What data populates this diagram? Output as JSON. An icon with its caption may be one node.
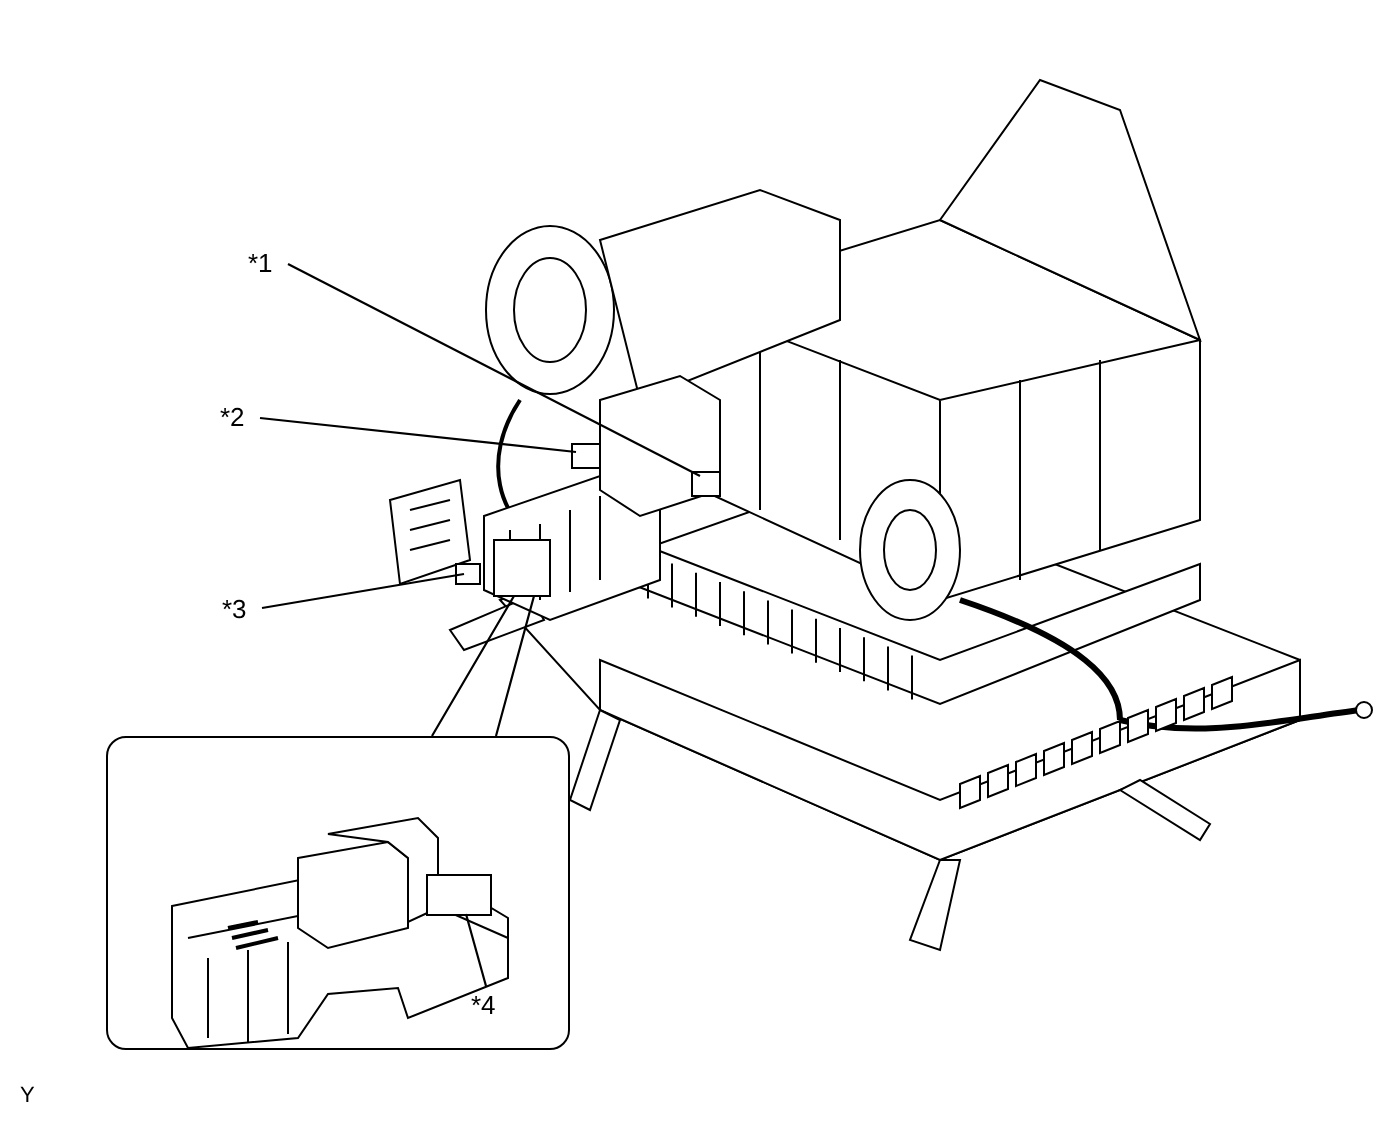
{
  "diagram": {
    "nodes": [
      {
        "text": [
          "*1"
        ]
      },
      {
        "text": [
          "*2"
        ]
      },
      {
        "text": [
          "*3"
        ]
      },
      {
        "text": [],
        "shape": "box"
      },
      {
        "text": [],
        "shape": "box"
      },
      {
        "text": [],
        "shape": "box"
      },
      {
        "text": [],
        "shape": "box"
      },
      {
        "text": [],
        "shape": "box"
      },
      {
        "text": [
          "*4"
        ],
        "in": 7
      },
      {
        "text": [],
        "shape": "box",
        "in": 7
      }
    ],
    "edges": [
      {
        "from": 0,
        "to": 3,
        "arrow": "none"
      },
      {
        "from": 1,
        "to": 4,
        "arrow": "none"
      },
      {
        "from": 2,
        "to": 5,
        "arrow": "none"
      },
      {
        "from": 6,
        "to": 7,
        "arrow": "none"
      },
      {
        "from": 8,
        "to": 9,
        "arrow": "none"
      }
    ],
    "labels": [
      "Y"
    ]
  }
}
